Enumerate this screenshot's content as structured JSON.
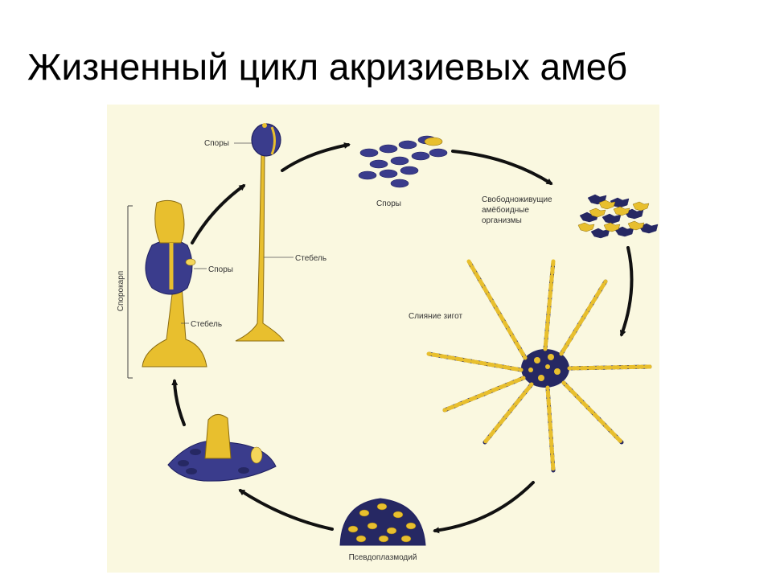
{
  "slide": {
    "title": "Жизненный цикл акризиевых амеб"
  },
  "diagram": {
    "labels": {
      "spores_top": "Споры",
      "spores_group": "Споры",
      "free_living_1": "Свободноживущие",
      "free_living_2": "амёбоидные",
      "free_living_3": "организмы",
      "stalk_right": "Стебель",
      "zygote_fusion": "Слияние зигот",
      "pseudoplasmodium": "Псевдоплазмодий",
      "sporocarp": "Спорокарп",
      "spores_left": "Споры",
      "stalk_left": "Стебель"
    },
    "colors": {
      "background": "#faf8e0",
      "spore_blue": "#3a3c8c",
      "spore_dark": "#262863",
      "stalk_yellow": "#e8bf2e",
      "stalk_light": "#f4d65a",
      "arrow": "#111111"
    }
  }
}
